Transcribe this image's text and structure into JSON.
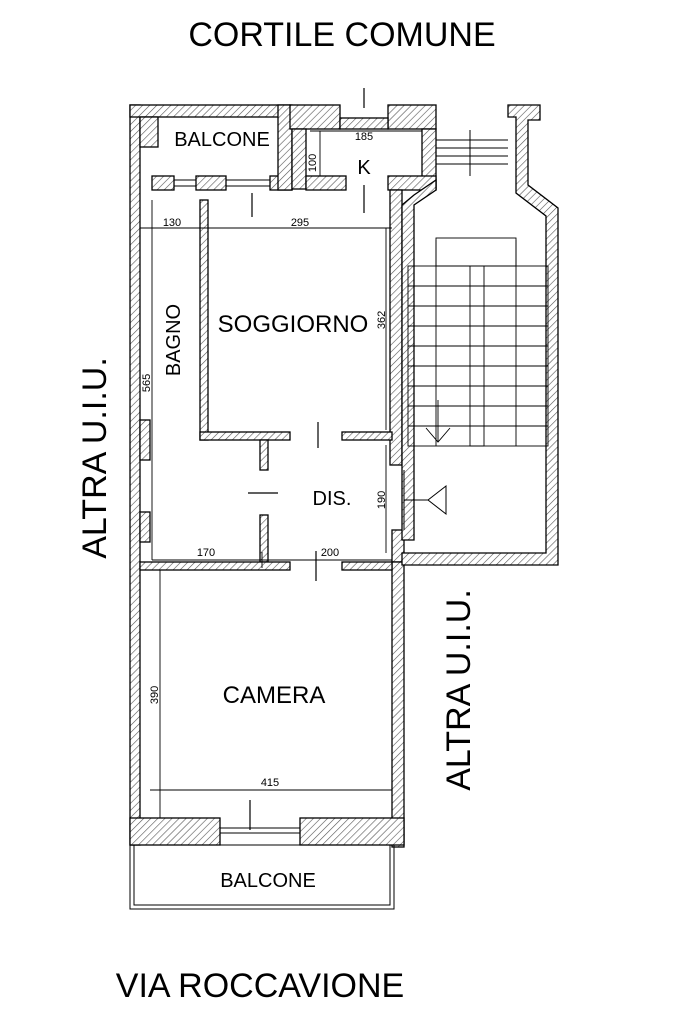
{
  "labels": {
    "top_street": "CORTILE COMUNE",
    "bottom_street": "VIA ROCCAVIONE",
    "left_neighbor": "ALTRA U.I.U.",
    "right_neighbor": "ALTRA U.I.U.",
    "balcone_top": "BALCONE",
    "kitchen": "K",
    "living": "SOGGIORNO",
    "bath": "BAGNO",
    "hall": "DIS.",
    "bedroom": "CAMERA",
    "balcone_bottom": "BALCONE"
  },
  "dimensions": {
    "kitchen_w": "185",
    "kitchen_h": "100",
    "bath_w": "130",
    "living_w": "295",
    "living_h": "362",
    "bath_h": "565",
    "hall_h": "190",
    "hall_w1": "170",
    "hall_w2": "200",
    "bedroom_h": "390",
    "bedroom_w": "415"
  }
}
